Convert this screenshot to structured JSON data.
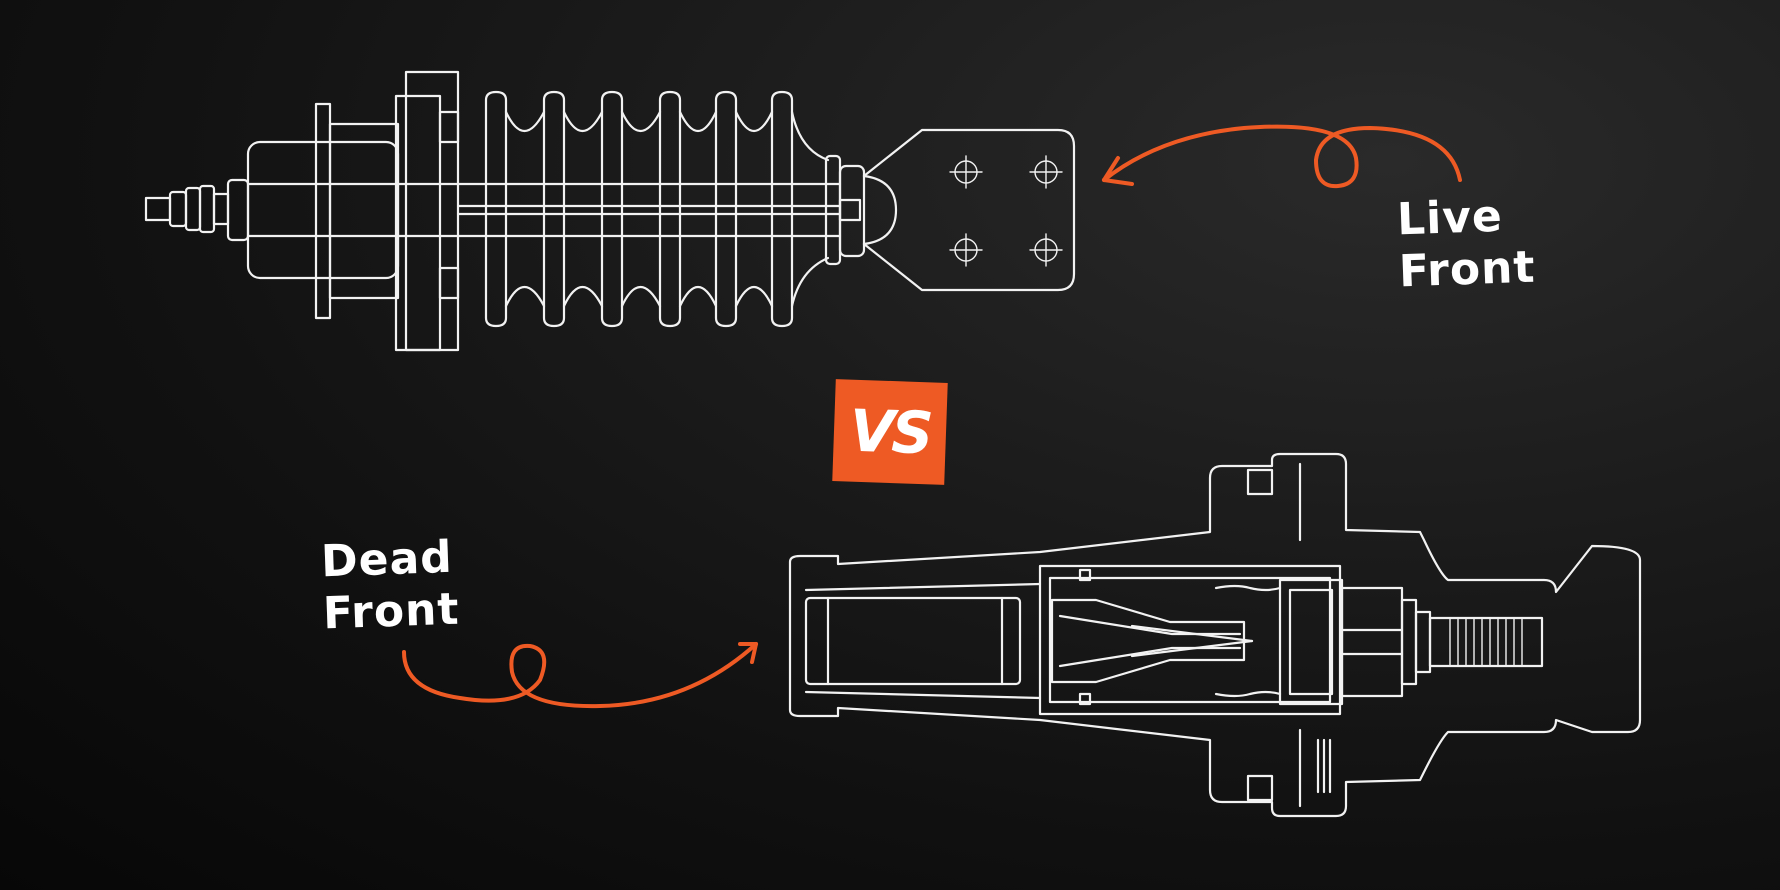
{
  "labels": {
    "live_front": [
      "Live",
      "Front"
    ],
    "dead_front": [
      "Dead",
      "Front"
    ],
    "vs": "VS"
  },
  "colors": {
    "background": "#111111",
    "line_art": "#f2f2f2",
    "accent": "#ee5a24"
  },
  "icons": {
    "live_front_drawing": "live-front-bushing-icon",
    "dead_front_drawing": "dead-front-elbow-connector-icon",
    "arrow": "curly-arrow-icon"
  }
}
